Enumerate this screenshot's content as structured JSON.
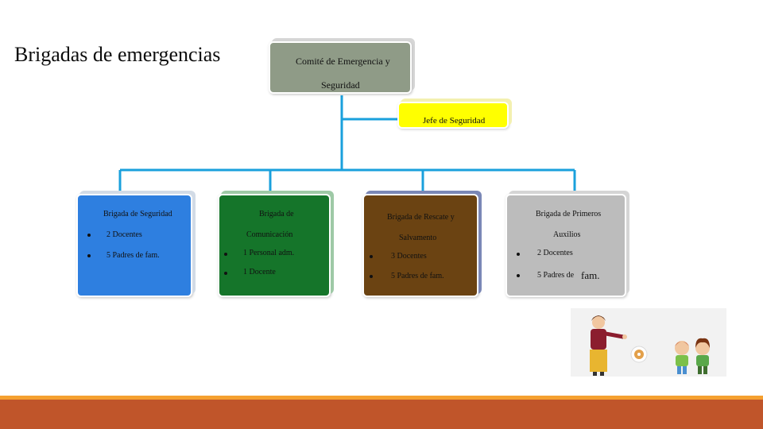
{
  "title": "Brigadas de emergencias",
  "comite": {
    "line1": "Comité de Emergencia y",
    "line2": "Seguridad"
  },
  "jefe": "Jefe de Seguridad",
  "brigadas": [
    {
      "title_lines": [
        "Brigada de Seguridad"
      ],
      "items": [
        "2 Docentes",
        "5 Padres de fam."
      ],
      "color": "#2e7fe0"
    },
    {
      "title_lines": [
        "Brigada de",
        "Comunicación"
      ],
      "items": [
        "1 Personal adm.",
        "1 Docente"
      ],
      "color": "#15752a"
    },
    {
      "title_lines": [
        "Brigada de Rescate y",
        "Salvamento"
      ],
      "items": [
        "3 Docentes",
        "5 Padres de fam."
      ],
      "color": "#6b4312"
    },
    {
      "title_lines": [
        "Brigada de Primeros",
        "Auxilios"
      ],
      "items": [
        "2 Docentes",
        "5 Padres de",
        "fam."
      ],
      "color": "#bcbcbc"
    }
  ],
  "colors": {
    "connector": "#1aa0dc",
    "footer_accent": "#f5a030",
    "footer": "#c0552a"
  }
}
